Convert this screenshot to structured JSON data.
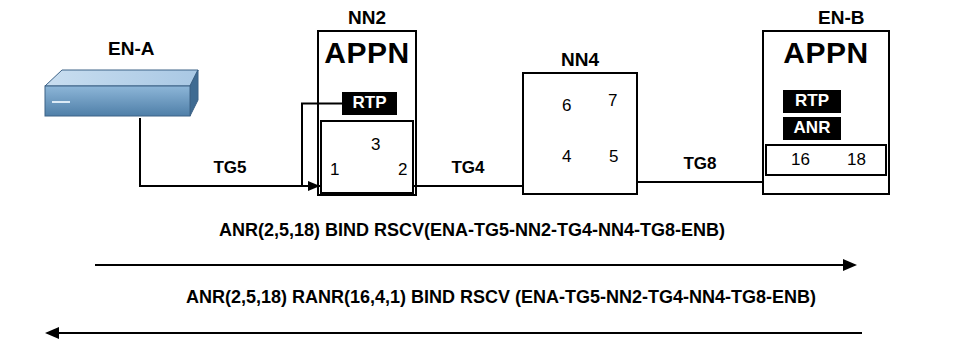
{
  "diagram": {
    "nodes": [
      {
        "text": [
          "EN-A"
        ]
      },
      {
        "text": [
          "NN2",
          "APPN"
        ]
      },
      {
        "text": [
          "RTP"
        ],
        "in": 1
      },
      {
        "text": [
          "3",
          "1",
          "2"
        ],
        "in": 1
      },
      {
        "text": [
          "NN4",
          "6",
          "7",
          "4",
          "5"
        ]
      },
      {
        "text": [
          "EN-B",
          "APPN"
        ]
      },
      {
        "text": [
          "RTP"
        ],
        "in": 5
      },
      {
        "text": [
          "ANR"
        ],
        "in": 5
      },
      {
        "text": [
          "16",
          "18"
        ],
        "in": 5
      }
    ],
    "edges": [
      {
        "from": 0,
        "to": 3,
        "label": "TG5",
        "arrow": "none"
      },
      {
        "from": 2,
        "to": 3,
        "arrow": "to"
      },
      {
        "from": 3,
        "to": 4,
        "label": "TG4",
        "arrow": "none"
      },
      {
        "from": 4,
        "to": 5,
        "label": "TG8",
        "arrow": "none"
      }
    ],
    "labels": [
      "ANR(2,5,18) BIND RSCV(ENA-TG5-NN2-TG4-NN4-TG8-ENB)",
      "ANR(2,5,18) RANR(16,4,1) BIND RSCV (ENA-TG5-NN2-TG4-NN4-TG8-ENB)"
    ]
  }
}
